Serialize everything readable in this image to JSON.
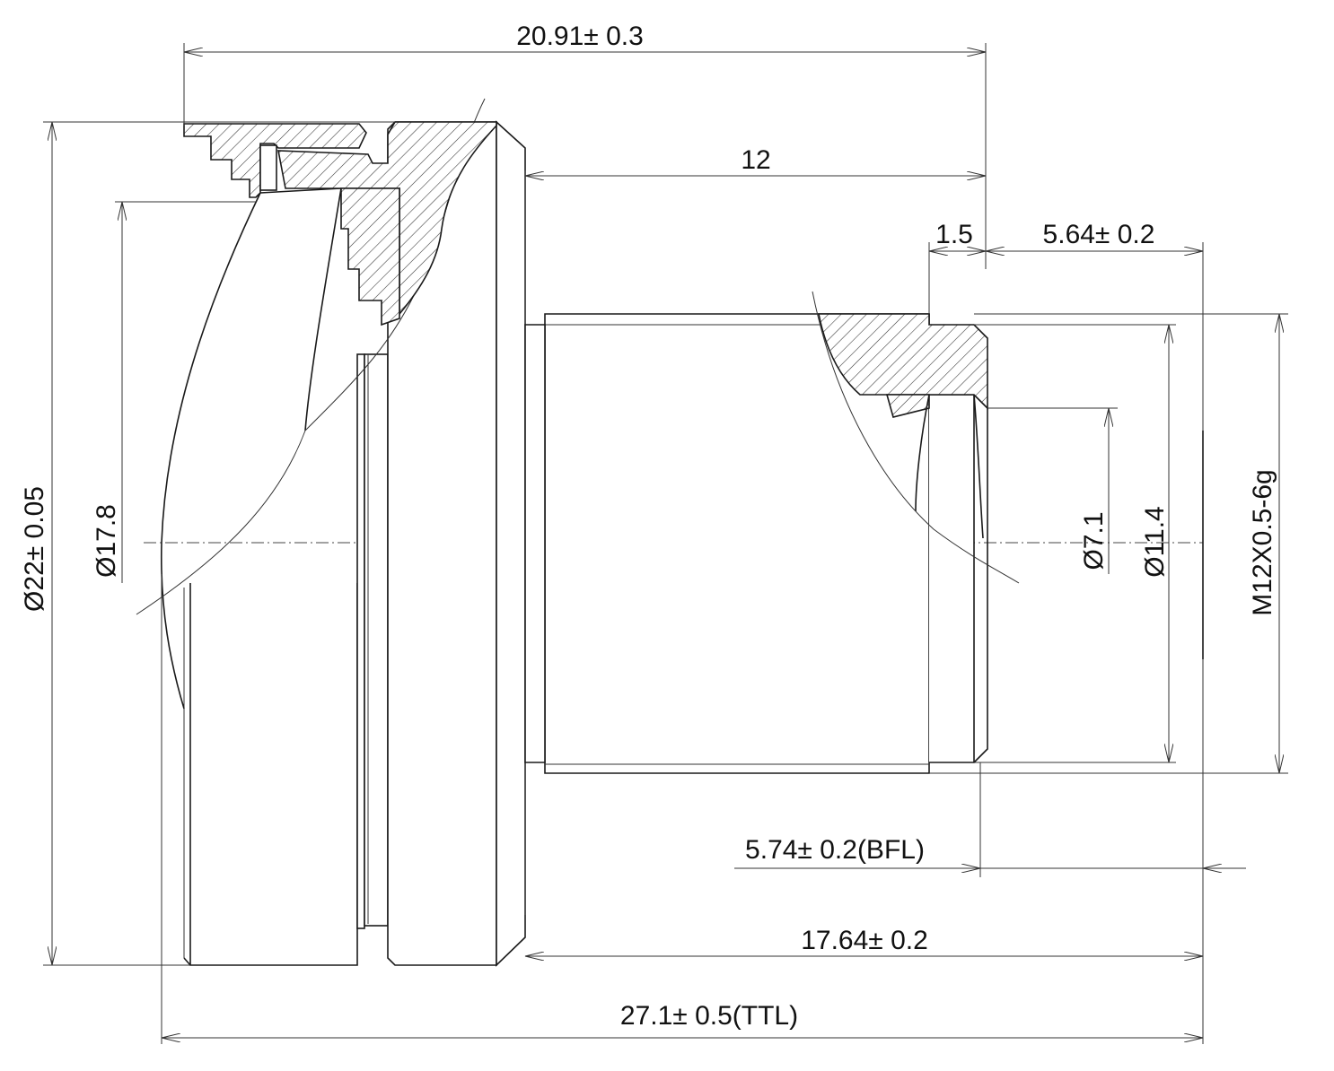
{
  "colors": {
    "line": "#1a1a1a",
    "background": "#ffffff"
  },
  "dimensions": {
    "overall_barrel_length": "20.91± 0.3",
    "thread_length": "12",
    "flange_step": "1.5",
    "flange_to_sensor": "5.64± 0.2",
    "bfl": "5.74± 0.2(BFL)",
    "mount_to_sensor": "17.64± 0.2",
    "ttl": "27.1± 0.5(TTL)",
    "outer_diameter": "Ø22± 0.05",
    "front_lens_diameter": "Ø17.8",
    "rear_aperture_diameter": "Ø7.1",
    "rear_barrel_diameter": "Ø11.4",
    "thread_spec": "M12X0.5-6g"
  }
}
